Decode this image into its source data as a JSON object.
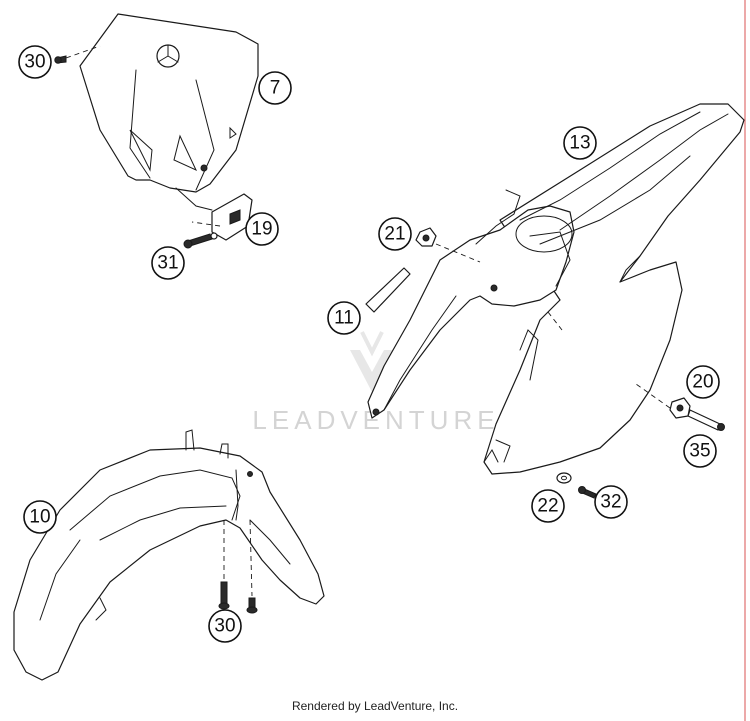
{
  "callouts": [
    {
      "id": "c30a",
      "label": "30"
    },
    {
      "id": "c7",
      "label": "7"
    },
    {
      "id": "c19",
      "label": "19"
    },
    {
      "id": "c31",
      "label": "31"
    },
    {
      "id": "c13",
      "label": "13"
    },
    {
      "id": "c21",
      "label": "21"
    },
    {
      "id": "c11",
      "label": "11"
    },
    {
      "id": "c20",
      "label": "20"
    },
    {
      "id": "c35",
      "label": "35"
    },
    {
      "id": "c22",
      "label": "22"
    },
    {
      "id": "c32",
      "label": "32"
    },
    {
      "id": "c10",
      "label": "10"
    },
    {
      "id": "c30b",
      "label": "30"
    }
  ],
  "watermark": {
    "text": "LEADVENTURE"
  },
  "footer": {
    "credit": "Rendered by LeadVenture, Inc."
  },
  "colors": {
    "line": "#1a1a1a",
    "watermark": "#d4d4d4",
    "edge": "#e07070"
  }
}
